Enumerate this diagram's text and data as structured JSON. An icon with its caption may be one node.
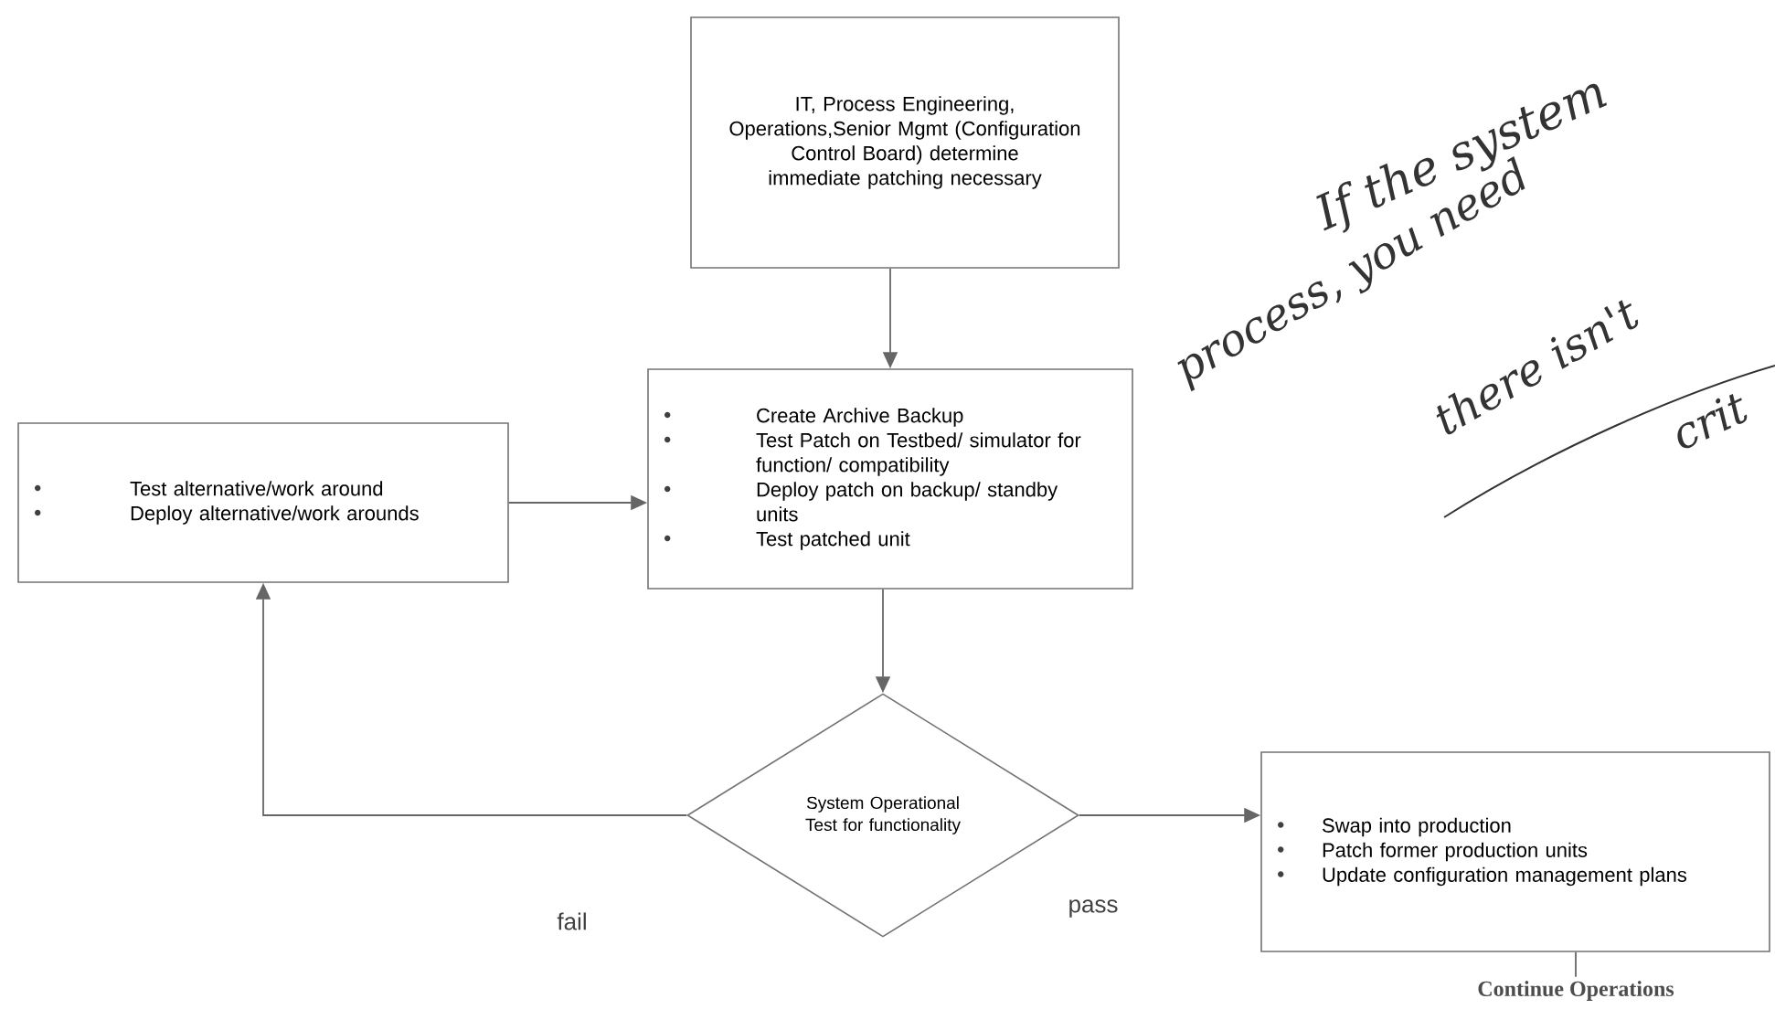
{
  "diagram": {
    "nodes": [
      {
        "text": [
          "IT, Process Engineering, Operations,Senior Mgmt (Configuration Control Board) determine immediate patching necessary"
        ]
      },
      {
        "text": [
          "Create Archive Backup",
          "Test Patch on Testbed/ simulator for function/ compatibility",
          "Deploy patch on backup/ standby units",
          "Test patched unit"
        ]
      },
      {
        "text": [
          "Test alternative/work around",
          "Deploy alternative/work arounds"
        ]
      },
      {
        "text": [
          "System Operational Test for functionality"
        ]
      },
      {
        "text": [
          "Swap into production",
          "Patch former production units",
          "Update configuration management plans"
        ]
      },
      {
        "text": [
          "Continue Operations"
        ]
      }
    ],
    "edges": [
      {
        "from": 0,
        "to": 1,
        "arrow": "to"
      },
      {
        "from": 1,
        "to": 3,
        "arrow": "to"
      },
      {
        "from": 3,
        "to": 4,
        "arrow": "to",
        "label": "pass"
      },
      {
        "from": 3,
        "to": 2,
        "arrow": "to",
        "label": "fail"
      },
      {
        "from": 2,
        "to": 1,
        "arrow": "to"
      },
      {
        "from": 4,
        "to": 5,
        "arrow": "none"
      }
    ],
    "labels": [
      "If the system",
      "process, you need",
      "there isn't",
      "crit"
    ]
  }
}
